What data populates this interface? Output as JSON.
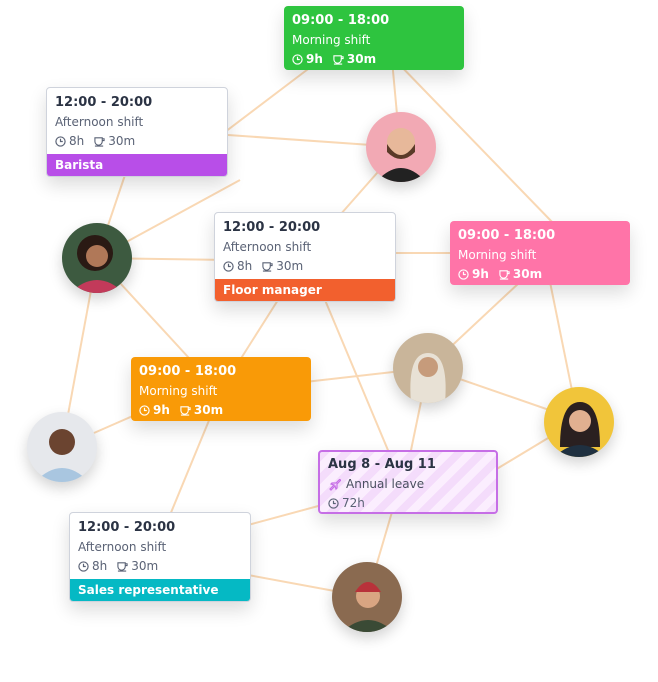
{
  "cards": [
    {
      "time": "09:00 - 18:00",
      "shift": "Morning shift",
      "hours": "9h",
      "break": "30m",
      "color": "#2ec43f"
    },
    {
      "time": "12:00 - 20:00",
      "shift": "Afternoon shift",
      "hours": "8h",
      "break": "30m",
      "role": "Barista",
      "role_color": "#b84ee8"
    },
    {
      "time": "12:00 - 20:00",
      "shift": "Afternoon shift",
      "hours": "8h",
      "break": "30m",
      "role": "Floor manager",
      "role_color": "#f2602e"
    },
    {
      "time": "09:00 - 18:00",
      "shift": "Morning shift",
      "hours": "9h",
      "break": "30m",
      "color": "#ff74a8"
    },
    {
      "time": "09:00 - 18:00",
      "shift": "Morning shift",
      "hours": "9h",
      "break": "30m",
      "color": "#f99a07"
    },
    {
      "time": "12:00 - 20:00",
      "shift": "Afternoon shift",
      "hours": "8h",
      "break": "30m",
      "role": "Sales representative",
      "role_color": "#05b9c4"
    }
  ],
  "leave": {
    "dates": "Aug 8 - Aug 11",
    "type": "Annual leave",
    "hours": "72h",
    "color": "#c66ee6"
  },
  "line_color": "#f9d8b4"
}
